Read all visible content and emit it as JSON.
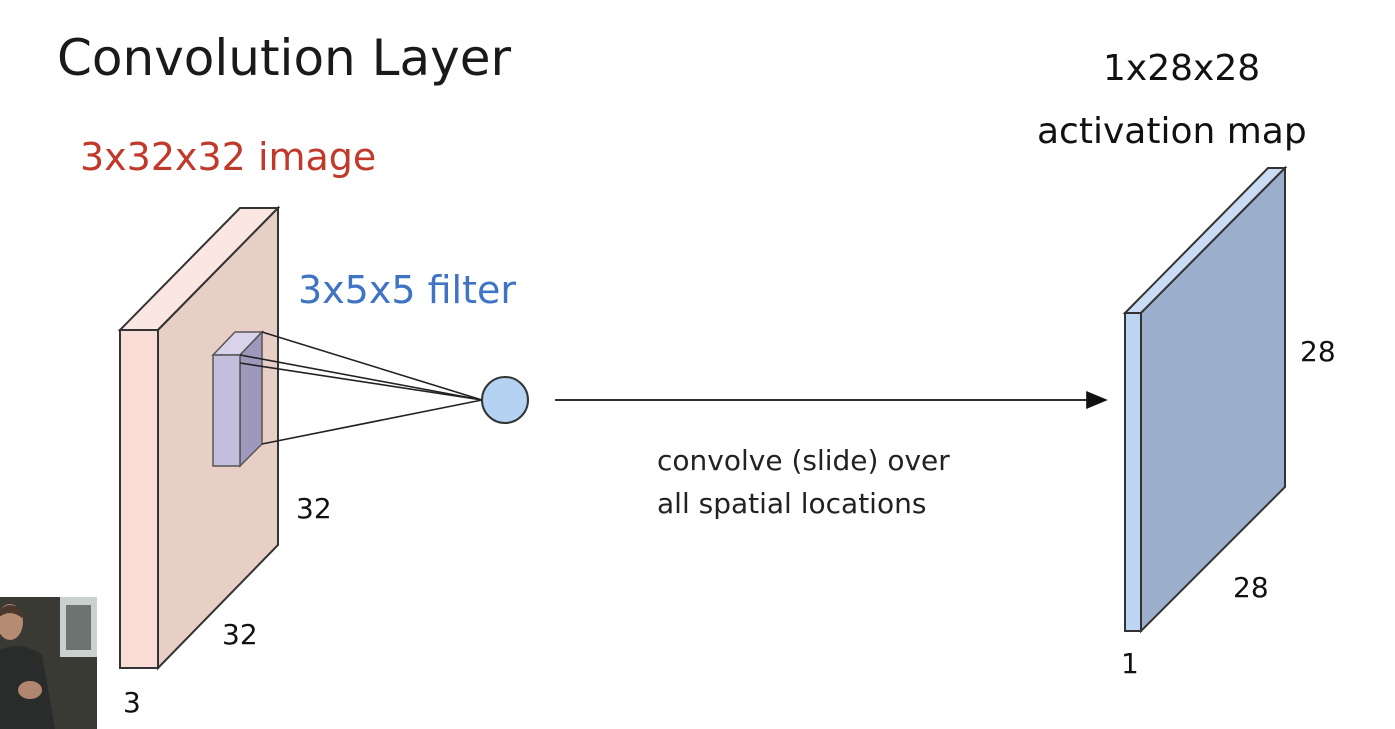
{
  "slide": {
    "title": "Convolution Layer",
    "input_label": "3x32x32 image",
    "filter_label": "3x5x5 filter",
    "output_label_line1": "1x28x28",
    "output_label_line2": "activation map",
    "caption_line1": "convolve (slide) over",
    "caption_line2": "all spatial locations",
    "input_height_label": "32",
    "input_width_label": "32",
    "input_depth_label": "3",
    "output_height_label": "28",
    "output_width_label": "28",
    "output_depth_label": "1"
  },
  "colors": {
    "input_volume": "#f7d9d3",
    "filter_box": "#c3bedb",
    "neuron": "#b5d2f3",
    "output_volume": "#9bafcd",
    "title_red": "#c0392b",
    "filter_blue": "#3f74c4"
  },
  "webcam": {
    "present": true,
    "icon": "speaker-webcam-inset"
  }
}
